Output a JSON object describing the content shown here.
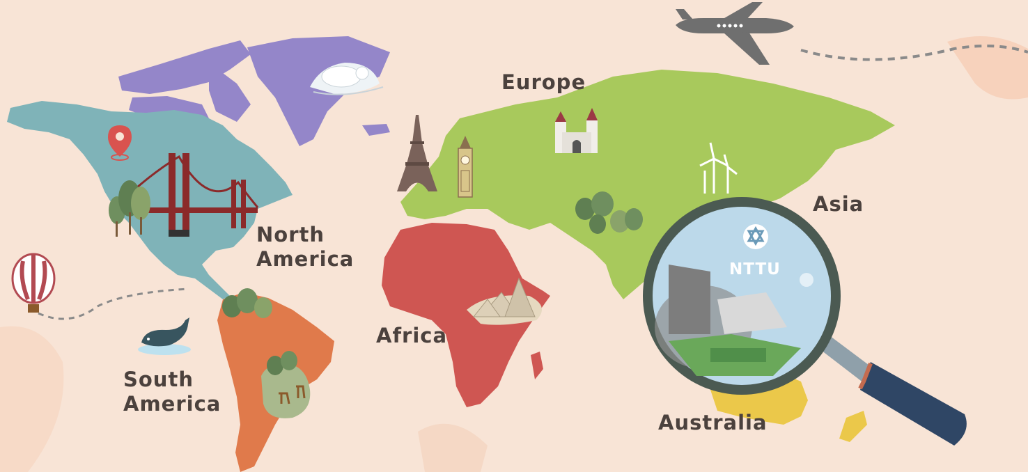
{
  "labels": {
    "north_america": [
      "North",
      "America"
    ],
    "south_america": [
      "South",
      "America"
    ],
    "europe": "Europe",
    "africa": "Africa",
    "asia": "Asia",
    "australia": "Australia"
  },
  "magnifier": {
    "text": "NTTU"
  },
  "colors": {
    "background": "#f8e4d6",
    "north_america": "#7fb3b8",
    "greenland_arctic": "#9486c9",
    "south_america": "#e07a4b",
    "africa": "#cf5652",
    "eurasia": "#a8c95c",
    "australia": "#ebc84a",
    "label_text": "#4b413d"
  },
  "icons": [
    "airplane-icon",
    "hot-air-balloon-icon",
    "map-pin-icon",
    "golden-gate-bridge-icon",
    "eiffel-tower-icon",
    "big-ben-icon",
    "castle-icon",
    "wind-turbine-icon",
    "polar-bear-icon",
    "whale-icon",
    "pyramids-icon",
    "magnifying-glass-icon"
  ]
}
